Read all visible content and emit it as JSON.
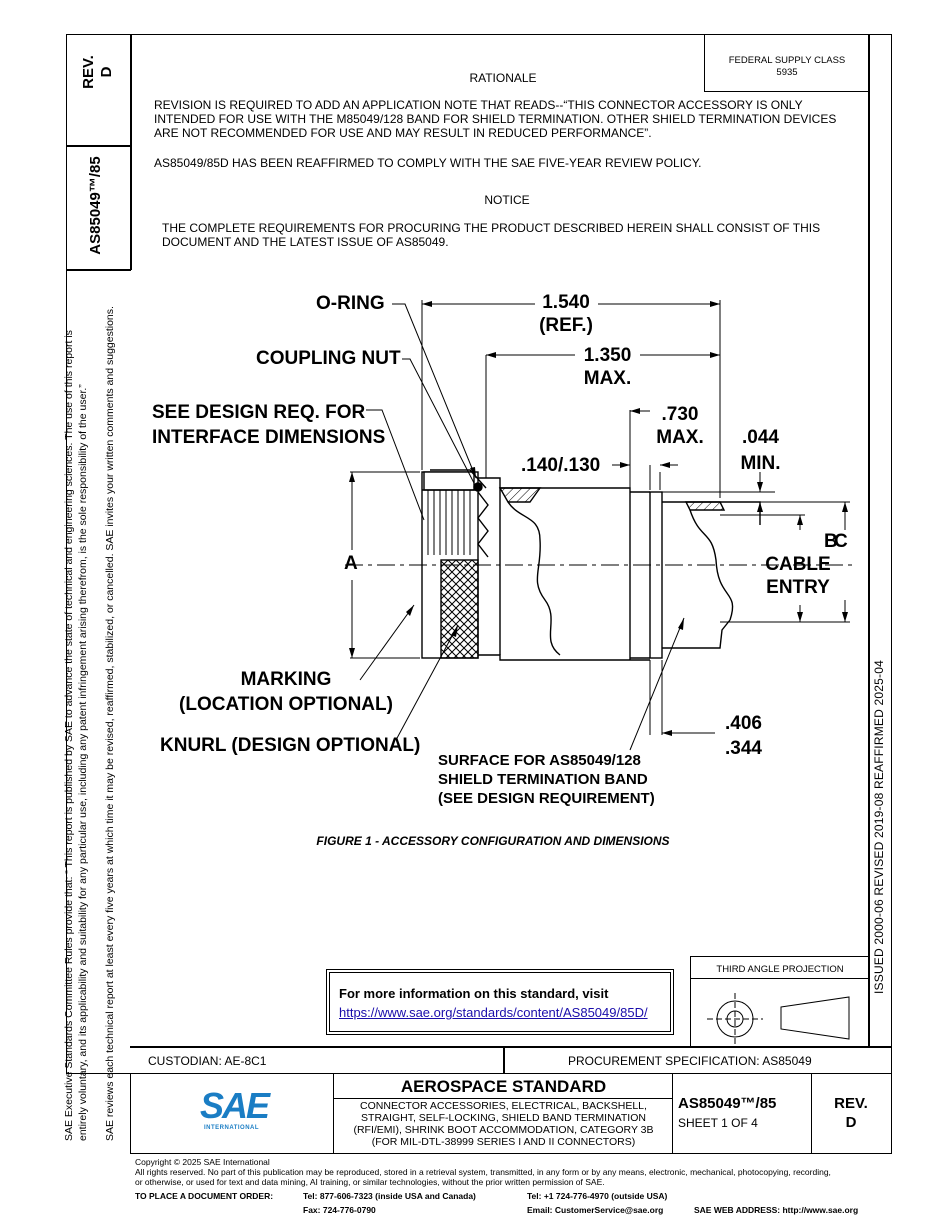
{
  "side_box": {
    "rev_label": "REV.",
    "rev_value": "D",
    "doc_number": "AS85049™/85"
  },
  "side_notice": {
    "line1": "SAE Executive Standards Committee Rules provide that: “  This report is published by SAE to advance the state of technical and engineering sciences. The use of this report is",
    "line2": "entirely voluntary, and its applicability and suitability for any particular use, including any patent infringement arising therefrom, is the sole responsibility of the user.”",
    "line3": "SAE reviews each technical report at least every five years at which time it may be revised, reaffirmed, stabilized, or cancelled. SAE invites your written comments and suggestions."
  },
  "right_strip": {
    "dates": "ISSUED 2000-06     REVISED 2019-08     REAFFIRMED 2025-04"
  },
  "supply_class": {
    "label": "FEDERAL SUPPLY CLASS",
    "value": "5935"
  },
  "rationale": {
    "heading": "RATIONALE",
    "para1": "REVISION IS REQUIRED TO ADD AN APPLICATION NOTE THAT READS--“THIS CONNECTOR ACCESSORY IS ONLY INTENDED FOR USE WITH THE M85049/128 BAND FOR SHIELD TERMINATION.  OTHER SHIELD TERMINATION DEVICES ARE NOT RECOMMENDED FOR USE AND MAY RESULT IN REDUCED PERFORMANCE”.",
    "para2": "AS85049/85D HAS BEEN REAFFIRMED TO COMPLY WITH THE SAE FIVE-YEAR REVIEW POLICY."
  },
  "notice": {
    "heading": "NOTICE",
    "para": "THE COMPLETE REQUIREMENTS FOR PROCURING THE PRODUCT DESCRIBED HEREIN SHALL CONSIST OF THIS DOCUMENT AND THE LATEST ISSUE OF AS85049."
  },
  "figure": {
    "labels": {
      "o_ring": "O-RING",
      "coupling_nut": "COUPLING NUT",
      "see_design_1": "SEE DESIGN REQ. FOR",
      "see_design_2": "INTERFACE DIMENSIONS",
      "a": "A",
      "marking_1": "MARKING",
      "marking_2": "(LOCATION OPTIONAL)",
      "knurl": "KNURL (DESIGN OPTIONAL)",
      "dim_1540": "1.540",
      "dim_ref": "(REF.)",
      "dim_1350": "1.350",
      "dim_max1": "MAX.",
      "dim_730": ".730",
      "dim_max2": "MAX.",
      "dim_044": ".044",
      "dim_min": "MIN.",
      "dim_140": ".140/.130",
      "b": "B",
      "c": "C",
      "cable_1": "CABLE",
      "cable_2": "ENTRY",
      "dim_406": ".406",
      "dim_344": ".344",
      "surface_1": "SURFACE FOR AS85049/128",
      "surface_2": "SHIELD TERMINATION BAND",
      "surface_3": "(SEE DESIGN REQUIREMENT)"
    },
    "caption": "FIGURE 1 - ACCESSORY CONFIGURATION AND DIMENSIONS"
  },
  "info_box": {
    "text": "For more information on this standard, visit",
    "url": "https://www.sae.org/standards/content/AS85049/85D/"
  },
  "projection": {
    "label": "THIRD ANGLE PROJECTION"
  },
  "title_block": {
    "custodian": "CUSTODIAN: AE-8C1",
    "procurement": "PROCUREMENT SPECIFICATION: AS85049",
    "logo_text": "SAE",
    "logo_sub": "INTERNATIONAL",
    "standard_type": "AEROSPACE STANDARD",
    "title_l1": "CONNECTOR ACCESSORIES, ELECTRICAL, BACKSHELL,",
    "title_l2": "STRAIGHT, SELF-LOCKING, SHIELD BAND TERMINATION",
    "title_l3": "(RFI/EMI), SHRINK BOOT ACCOMMODATION, CATEGORY 3B",
    "title_l4": "(FOR MIL-DTL-38999 SERIES I AND II CONNECTORS)",
    "doc_number": "AS85049™/85",
    "sheet": "SHEET 1 OF 4",
    "rev_label": "REV.",
    "rev_value": "D"
  },
  "footer": {
    "copyright": "Copyright © 2025 SAE International",
    "rights_l1": "All rights reserved. No part of this publication may be reproduced, stored in a retrieval system, transmitted, in any form or by any means, electronic, mechanical, photocopying, recording,",
    "rights_l2": "or otherwise, or used for text and data mining, AI training, or similar technologies, without the prior written permission of SAE.",
    "order_label": "TO PLACE A DOCUMENT ORDER:",
    "tel_usa": "Tel: 877-606-7323 (inside USA and Canada)",
    "tel_out": "Tel: +1 724-776-4970 (outside USA)",
    "fax": "Fax: 724-776-0790",
    "email": "Email: CustomerService@sae.org",
    "web": "SAE WEB ADDRESS: http://www.sae.org"
  }
}
